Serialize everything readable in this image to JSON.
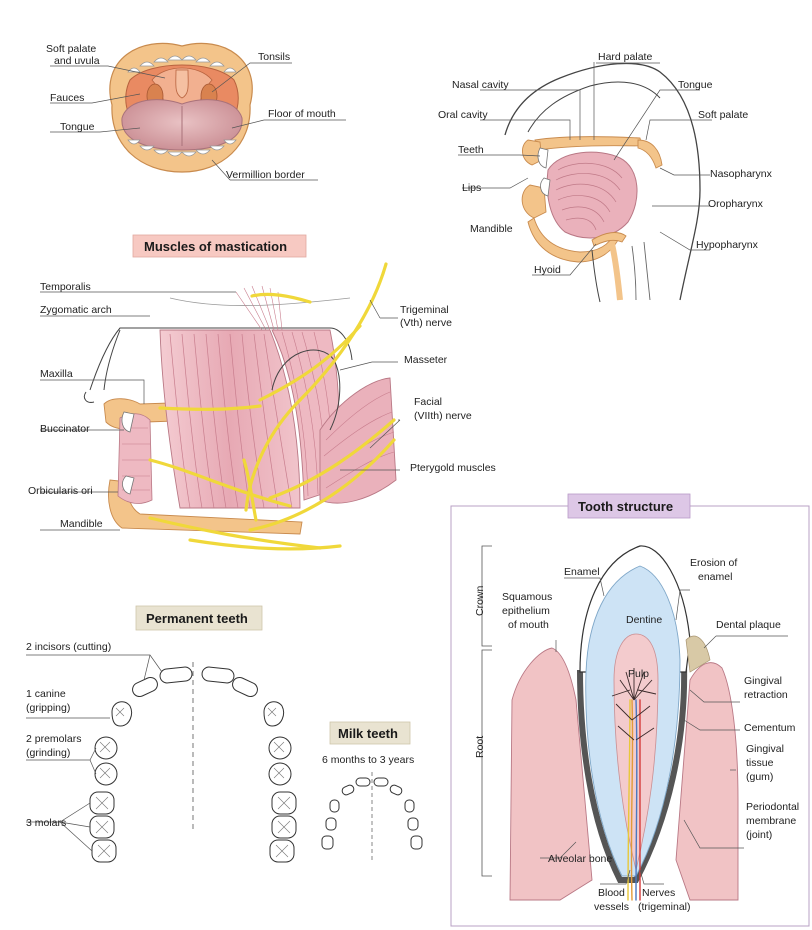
{
  "colors": {
    "lip_orange": "#f3c48a",
    "lip_dark": "#e8a65e",
    "mouth_cavity": "#e98a62",
    "tongue": "#d9a1a6",
    "muscle_pink": "#eab1bb",
    "muscle_stripe": "#c87d8d",
    "bone": "#fff3dd",
    "nerve_yellow": "#f0d83a",
    "dentine_blue": "#cde3f5",
    "pulp_pink": "#f3cbcd",
    "gum_pink": "#f1c3c5",
    "title_pink_bg": "#f7c9c2",
    "title_tan_bg": "#e9e3d1",
    "title_lilac_bg": "#ddc7e6",
    "line": "#555555"
  },
  "mouth_view": {
    "labels": {
      "soft_palate_1": "Soft palate",
      "soft_palate_2": "and uvula",
      "fauces": "Fauces",
      "tongue": "Tongue",
      "tonsils": "Tonsils",
      "floor_of_mouth": "Floor of mouth",
      "vermillion_border": "Vermillion border"
    }
  },
  "sagittal_view": {
    "labels": {
      "hard_palate": "Hard palate",
      "nasal_cavity": "Nasal cavity",
      "tongue": "Tongue",
      "oral_cavity": "Oral cavity",
      "soft_palate": "Soft palate",
      "teeth": "Teeth",
      "nasopharynx": "Nasopharynx",
      "lips": "Lips",
      "oropharynx": "Oropharynx",
      "mandible": "Mandible",
      "hypopharynx": "Hypopharynx",
      "hyoid": "Hyoid"
    }
  },
  "mastication": {
    "title": "Muscles of mastication",
    "labels": {
      "temporalis": "Temporalis",
      "zygomatic_arch": "Zygomatic arch",
      "trigeminal_1": "Trigeminal",
      "trigeminal_2": "(Vth) nerve",
      "masseter": "Masseter",
      "maxilla": "Maxilla",
      "facial_1": "Facial",
      "facial_2": "(VIIth) nerve",
      "buccinator": "Buccinator",
      "pterygoid": "Pterygold muscles",
      "orbicularis": "Orbicularis ori",
      "mandible": "Mandible"
    }
  },
  "permanent_teeth": {
    "title": "Permanent teeth",
    "labels": {
      "incisors": "2 incisors (cutting)",
      "canine_1": "1 canine",
      "canine_2": "(gripping)",
      "premolars_1": "2 premolars",
      "premolars_2": "(grinding)",
      "molars": "3 molars"
    }
  },
  "milk_teeth": {
    "title": "Milk teeth",
    "subtitle": "6 months to 3 years"
  },
  "tooth_structure": {
    "title": "Tooth structure",
    "labels": {
      "crown": "Crown",
      "root": "Root",
      "enamel": "Enamel",
      "erosion_1": "Erosion of",
      "erosion_2": "enamel",
      "squamous_1": "Squamous",
      "squamous_2": "epithelium",
      "squamous_3": "of mouth",
      "dentine": "Dentine",
      "dental_plaque": "Dental plaque",
      "pulp": "Pulp",
      "gingival_retraction_1": "Gingival",
      "gingival_retraction_2": "retraction",
      "cementum": "Cementum",
      "gingival_tissue_1": "Gingival",
      "gingival_tissue_2": "tissue",
      "gingival_tissue_3": "(gum)",
      "periodontal_1": "Periodontal",
      "periodontal_2": "membrane",
      "periodontal_3": "(joint)",
      "alveolar_bone": "Alveolar bone",
      "blood_1": "Blood",
      "blood_2": "vessels",
      "nerves_1": "Nerves",
      "nerves_2": "(trigeminal)"
    }
  }
}
